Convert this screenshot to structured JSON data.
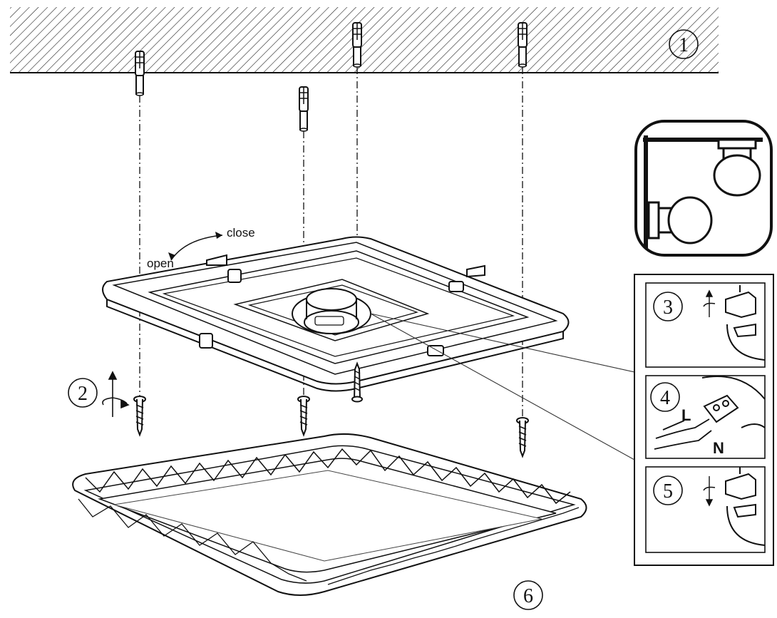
{
  "steps": {
    "s1": "1",
    "s2": "2",
    "s3": "3",
    "s4": "4",
    "s5": "5",
    "s6": "6"
  },
  "labels": {
    "close": "close",
    "open": "open",
    "live": "L",
    "neutral": "N"
  }
}
